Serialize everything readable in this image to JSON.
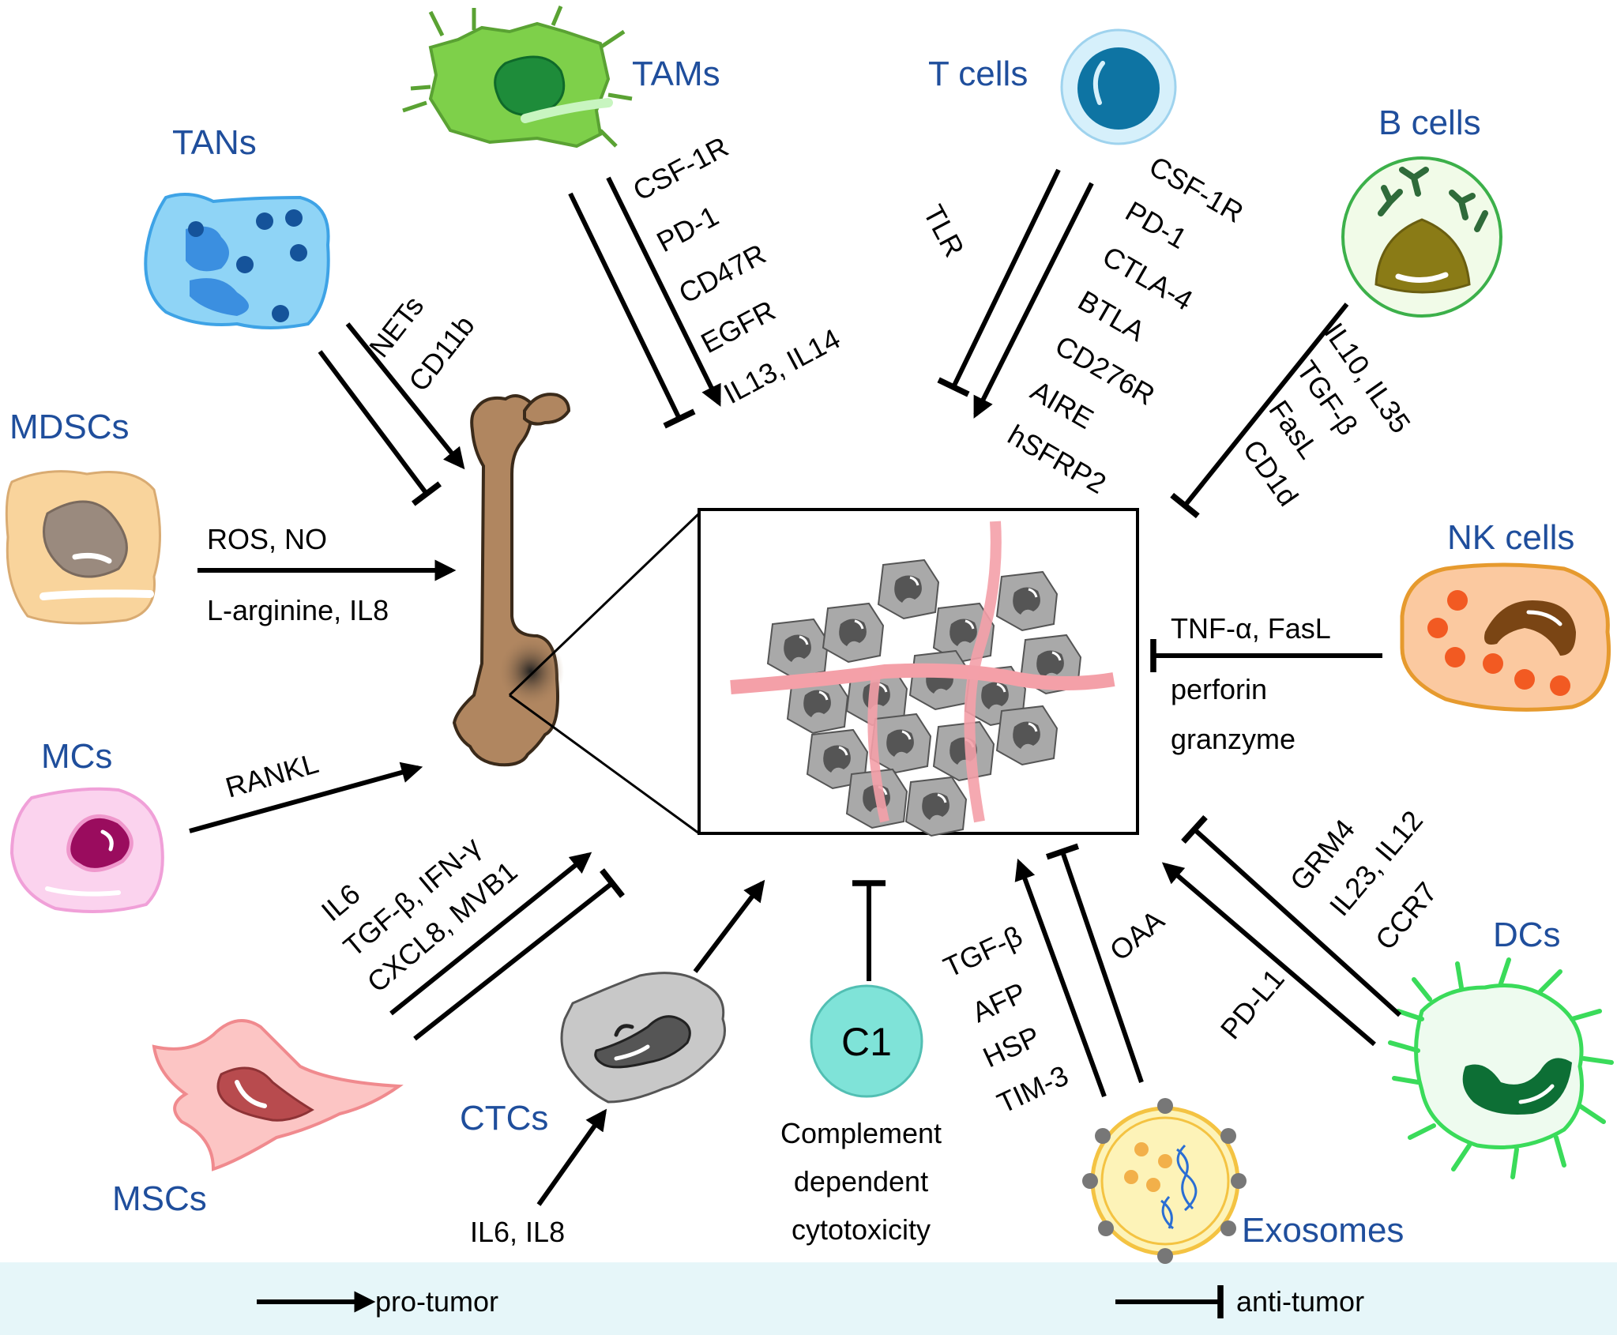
{
  "cells": {
    "tams": "TAMs",
    "t_cells": "T cells",
    "tans": "TANs",
    "b_cells": "B cells",
    "mdscs": "MDSCs",
    "nk_cells": "NK cells",
    "mcs": "MCs",
    "dcs": "DCs",
    "mscs": "MSCs",
    "ctcs": "CTCs",
    "exosomes": "Exosomes"
  },
  "factors": {
    "tams": [
      "CSF-1R",
      "PD-1",
      "CD47R",
      "EGFR",
      "IL13, IL14"
    ],
    "t_cells_tlr": "TLR",
    "t_cells": [
      "CSF-1R",
      "PD-1",
      "CTLA-4",
      "BTLA",
      "CD276R",
      "AIRE",
      "hSFRP2"
    ],
    "tans": [
      "NETs",
      "CD11b"
    ],
    "b_cells": [
      "IL10, IL35",
      "TGF-β",
      "FasL",
      "CD1d"
    ],
    "mdscs": [
      "ROS, NO",
      "L-arginine, IL8"
    ],
    "nk_cells": [
      "TNF-α, FasL",
      "perforin",
      "granzyme"
    ],
    "mcs": "RANKL",
    "mscs": [
      "IL6",
      "TGF-β, IFN-γ",
      "CXCL8, MVB1"
    ],
    "ctcs": "IL6, IL8",
    "exosomes_pro": [
      "TGF-β",
      "AFP",
      "HSP",
      "TIM-3"
    ],
    "exosomes_anti": "OAA",
    "dcs_anti": [
      "GRM4",
      "IL23, IL12",
      "CCR7"
    ],
    "dcs_pro": "PD-L1"
  },
  "complement": {
    "label": "C1",
    "caption": [
      "Complement",
      "dependent",
      "cytotoxicity"
    ]
  },
  "legend": {
    "pro": "pro-tumor",
    "anti": "anti-tumor"
  },
  "colors": {
    "cell_name": "#1f4e9c",
    "legend_band": "#e6f6f9",
    "bone": "#b08660",
    "vessel": "#f4a0a8"
  }
}
